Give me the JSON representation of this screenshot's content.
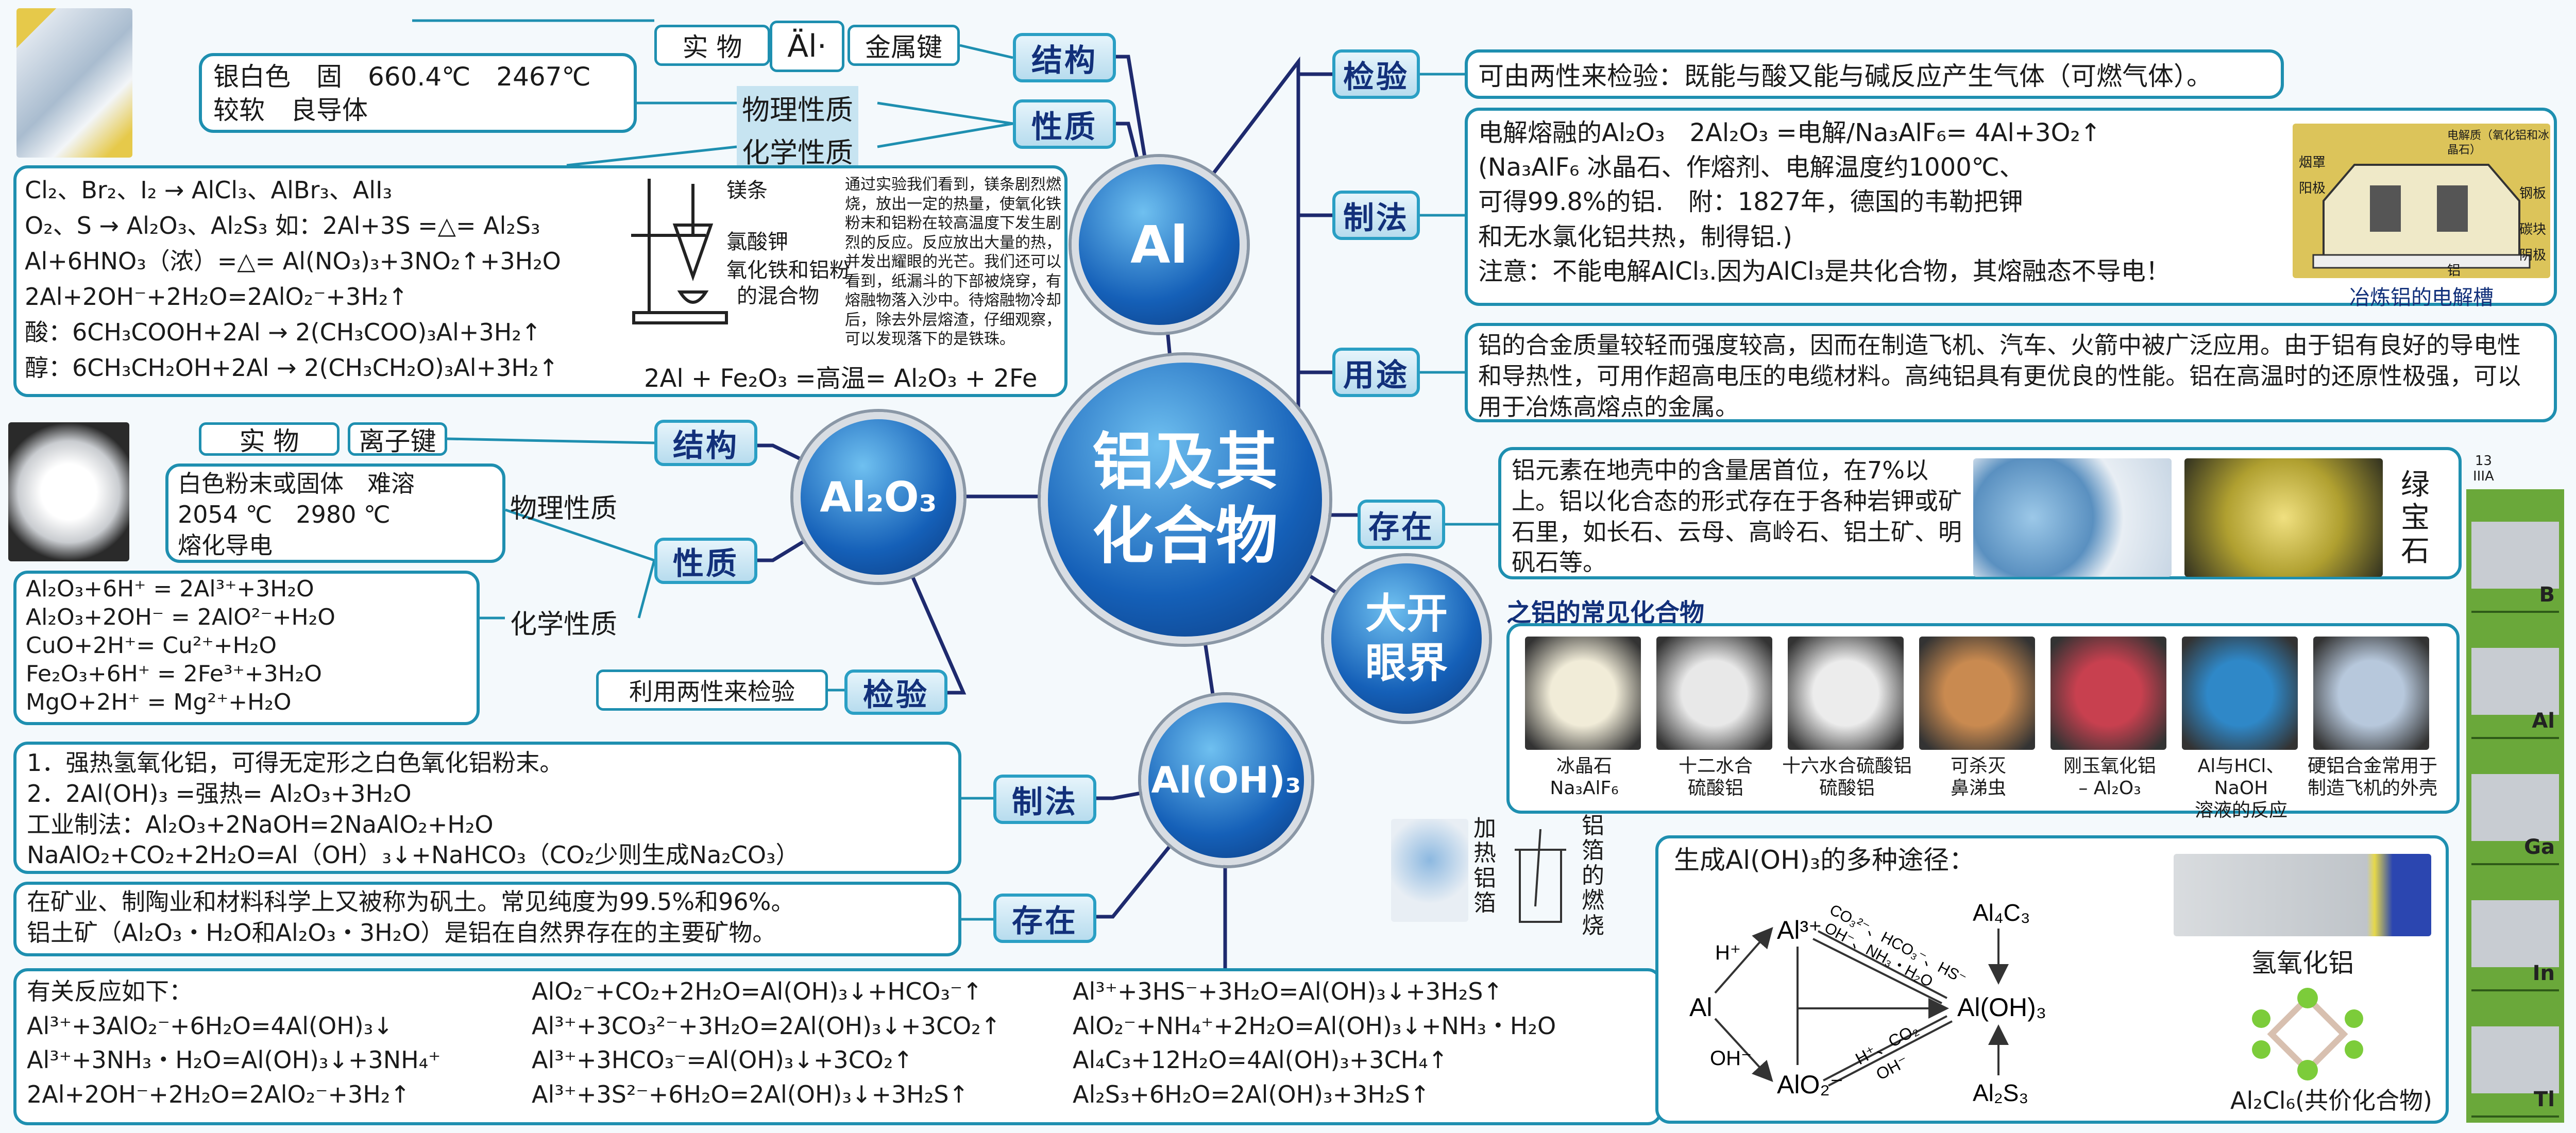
{
  "center": {
    "title_line1": "铝及其",
    "title_line2": "化合物"
  },
  "al": {
    "circle": "Al",
    "structure": {
      "node": "结构",
      "real": "实 物",
      "electron": "Äl·",
      "bond": "金属键"
    },
    "property": {
      "node": "性质",
      "physical_label": "物理性质",
      "chemical_label": "化学性质",
      "physical_lines": [
        "银白色　固　660.4℃　2467℃",
        "较软　良导体"
      ],
      "chemical_lines": [
        "Cl₂、Br₂、I₂ → AlCl₃、AlBr₃、AlI₃",
        "O₂、S → Al₂O₃、Al₂S₃ 如：2Al+3S =△= Al₂S₃",
        "Al+6HNO₃（浓）=△= Al(NO₃)₃+3NO₂↑+3H₂O",
        "2Al+2OH⁻+2H₂O=2AlO₂⁻+3H₂↑",
        "酸：6CH₃COOH+2Al → 2(CH₃COO)₃Al+3H₂↑",
        "醇：6CH₃CH₂OH+2Al → 2(CH₃CH₂O)₃Al+3H₂↑"
      ],
      "apparatus_labels": [
        "镁条",
        "氯酸钾",
        "氧化铁和铝粉",
        "的混合物"
      ],
      "experiment_note": "通过实验我们看到，镁条剧烈燃烧，放出一定的热量，使氧化铁粉末和铝粉在较高温度下发生剧烈的反应。反应放出大量的热，并发出耀眼的光芒。我们还可以看到，纸漏斗的下部被烧穿，有熔融物落入沙中。待熔融物冷却后，除去外层熔渣，仔细观察，可以发现落下的是铁珠。",
      "thermite": "2Al + Fe₂O₃ =高温= Al₂O₃ + 2Fe"
    },
    "test": {
      "node": "检验",
      "text": "可由两性来检验：既能与酸又能与碱反应产生气体（可燃气体）。"
    },
    "prep": {
      "node": "制法",
      "lines": [
        "电解熔融的Al₂O₃　2Al₂O₃ =电解/Na₃AlF₆= 4Al+3O₂↑",
        "(Na₃AlF₆ 冰晶石、作熔剂、电解温度约1000℃、",
        "可得99.8%的铝.　附：1827年，德国的韦勒把钾",
        "和无水氯化铝共热，制得铝.)",
        "注意：不能电解AlCl₃.因为AlCl₃是共化合物，其熔融态不导电！"
      ],
      "cell_caption": "冶炼铝的电解槽",
      "cell_labels": [
        "烟罩",
        "阳极",
        "电解质（氧化铝和冰晶石）",
        "钢板",
        "碳块",
        "阴极",
        "铝"
      ]
    },
    "use": {
      "node": "用途",
      "text": "铝的合金质量较轻而强度较高，因而在制造飞机、汽车、火箭中被广泛应用。由于铝有良好的导电性和导热性，可用作超高电压的电缆材料。高纯铝具有更优良的性能。铝在高温时的还原性极强，可以用于冶炼高熔点的金属。"
    },
    "exist": {
      "node": "存在",
      "text": "铝元素在地壳中的含量居首位，在7%以上。铝以化合态的形式存在于各种岩钾或矿石里，如长石、云母、高岭石、铝土矿、明矾石等。",
      "gem": "绿宝石"
    }
  },
  "al2o3": {
    "circle": "Al₂O₃",
    "structure": {
      "node": "结构",
      "real": "实 物",
      "bond": "离子键"
    },
    "property": {
      "node": "性质",
      "physical_label": "物理性质",
      "chemical_label": "化学性质",
      "physical_lines": [
        "白色粉末或固体　难溶",
        "2054 ℃　2980 ℃",
        "熔化导电"
      ],
      "chemical_lines": [
        "Al₂O₃+6H⁺ = 2Al³⁺+3H₂O",
        "Al₂O₃+2OH⁻ = 2AlO²⁻+H₂O",
        "CuO+2H⁺= Cu²⁺+H₂O",
        "Fe₂O₃+6H⁺ = 2Fe³⁺+3H₂O",
        "MgO+2H⁺ = Mg²⁺+H₂O"
      ]
    },
    "test": {
      "node": "检验",
      "text": "利用两性来检验"
    }
  },
  "aloh3": {
    "circle": "Al(OH)₃",
    "prep": {
      "node": "制法",
      "lines": [
        "1．强热氢氧化铝，可得无定形之白色氧化铝粉末。",
        "2．2Al(OH)₃ =强热= Al₂O₃+3H₂O",
        "工业制法：Al₂O₃+2NaOH=2NaAlO₂+H₂O",
        "NaAlO₂+CO₂+2H₂O=Al（OH）₃↓+NaHCO₃（CO₂少则生成Na₂CO₃）"
      ]
    },
    "exist": {
      "node": "存在",
      "lines": [
        "在矿业、制陶业和材料科学上又被称为矾土。常见纯度为99.5%和96%。",
        "铝土矿（Al₂O₃・H₂O和Al₂O₃・3H₂O）是铝在自然界存在的主要矿物。"
      ]
    },
    "reactions": {
      "title": "有关反应如下：",
      "col1": [
        "Al³⁺+3AlO₂⁻+6H₂O=4Al(OH)₃↓",
        "Al³⁺+3NH₃・H₂O=Al(OH)₃↓+3NH₄⁺",
        "2Al+2OH⁻+2H₂O=2AlO₂⁻+3H₂↑"
      ],
      "col2": [
        "AlO₂⁻+CO₂+2H₂O=Al(OH)₃↓+HCO₃⁻↑",
        "Al³⁺+3CO₃²⁻+3H₂O=2Al(OH)₃↓+3CO₂↑",
        "Al³⁺+3HCO₃⁻=Al(OH)₃↓+3CO₂↑",
        "Al³⁺+3S²⁻+6H₂O=2Al(OH)₃↓+3H₂S↑"
      ],
      "col3": [
        "Al³⁺+3HS⁻+3H₂O=Al(OH)₃↓+3H₂S↑",
        "AlO₂⁻+NH₄⁺+2H₂O=Al(OH)₃↓+NH₃・H₂O",
        "Al₄C₃+12H₂O=4Al(OH)₃+3CH₄↑",
        "Al₂S₃+6H₂O=2Al(OH)₃+3H₂S↑"
      ]
    }
  },
  "eye": {
    "circle_line1": "大开",
    "circle_line2": "眼界",
    "title": "之铝的常见化合物",
    "photos": [
      {
        "caption": "冰晶石\nNa₃AlF₆",
        "color": "#f1ecd8"
      },
      {
        "caption": "十二水合\n硫酸铝",
        "color": "#e8e8e8"
      },
      {
        "caption": "十六水合硫酸铝\n硫酸铝",
        "color": "#ececec"
      },
      {
        "caption": "可杀灭\n鼻涕虫",
        "color": "#c98a50"
      },
      {
        "caption": "刚玉氧化铝\n– Al₂O₃",
        "color": "#c8404f"
      },
      {
        "caption": "Al与HCl、NaOH\n溶液的反应",
        "color": "#2f88c8"
      },
      {
        "caption": "硬铝合金常用于\n制造飞机的外壳",
        "color": "#b7c8dc"
      }
    ],
    "foil_left": "加热铝箔",
    "foil_right": "铝箔的燃烧",
    "routes": {
      "title": "生成Al(OH)₃的多种途径：",
      "al": "Al",
      "h": "H⁺",
      "oh": "OH⁻",
      "al3": "Al³⁺",
      "alo2": "AlO₂⁻",
      "aloh3": "Al(OH)₃",
      "al4c3": "Al₄C₃",
      "al2s3": "Al₂S₃",
      "upper_reagents1": "CO₃²⁻、HCO₃⁻、HS⁻",
      "upper_reagents2": "OH⁻、NH₃・H₂O",
      "lower_reagents1": "H⁺、CO₂",
      "lower_reagents2": "OH⁻",
      "photo_caption": "氢氧化铝",
      "molecule_caption": "Al₂Cl₆(共价化合物)"
    }
  },
  "periodic": {
    "header": "13\nIIIA",
    "elements": [
      "B",
      "Al",
      "Ga",
      "In",
      "Tl"
    ]
  },
  "colors": {
    "node_border": "#2a9fc4",
    "node_text": "#12307a",
    "line": "#1e2a6e",
    "strip": "#6aa83a"
  }
}
